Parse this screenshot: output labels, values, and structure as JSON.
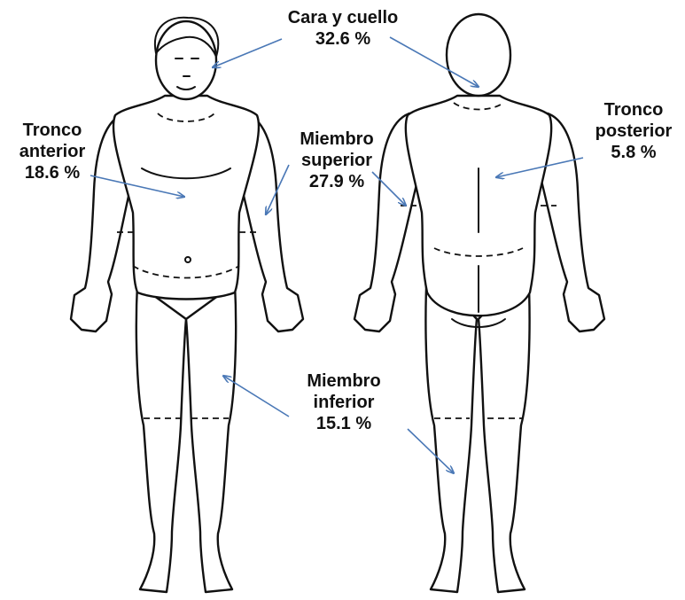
{
  "figure": {
    "accent_color": "#4a78b6",
    "outline_color": "#111111",
    "regions": [
      {
        "id": "face-neck",
        "lines": [
          "Cara y cuello",
          "32.6 %"
        ]
      },
      {
        "id": "anterior-trunk",
        "lines": [
          "Tronco",
          "anterior",
          "18.6 %"
        ]
      },
      {
        "id": "upper-limb",
        "lines": [
          "Miembro",
          "superior",
          "27.9 %"
        ]
      },
      {
        "id": "posterior-trunk",
        "lines": [
          "Tronco",
          "posterior",
          "5.8 %"
        ]
      },
      {
        "id": "lower-limb",
        "lines": [
          "Miembro",
          "inferior",
          "15.1 %"
        ]
      }
    ]
  }
}
